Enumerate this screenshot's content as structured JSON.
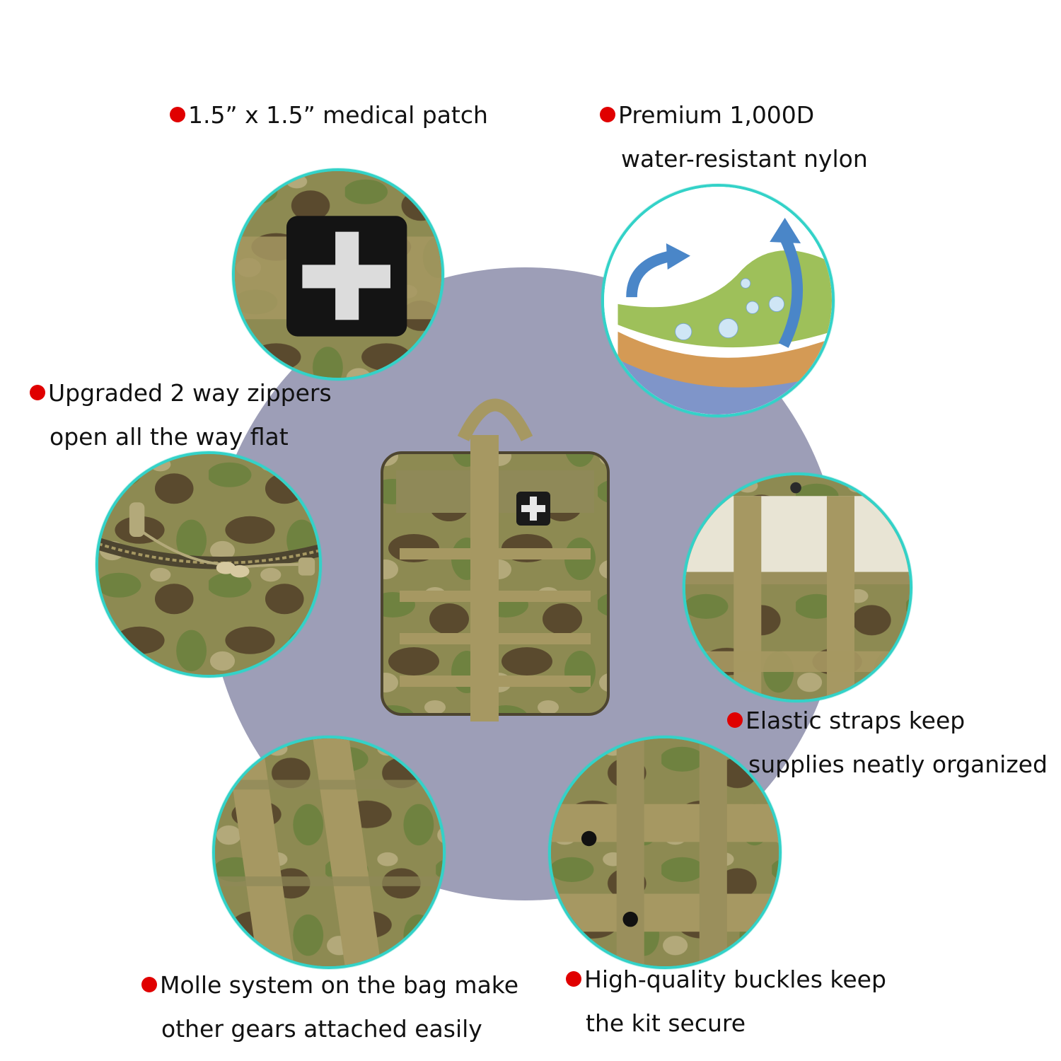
{
  "features": {
    "patch": {
      "line1": "1.5”  x 1.5”  medical patch"
    },
    "nylon": {
      "line1": "Premium 1,000D",
      "line2": "water-resistant nylon"
    },
    "zippers": {
      "line1": "Upgraded 2 way zippers",
      "line2": "open all the way flat"
    },
    "straps": {
      "line1": "Elastic straps keep",
      "line2": "supplies neatly organized"
    },
    "molle": {
      "line1": "Molle system on the bag make",
      "line2": "other gears attached easily"
    },
    "buckles": {
      "line1": "High-quality buckles keep",
      "line2": "the kit secure"
    }
  },
  "colors": {
    "bullet": "#e00000",
    "bubble_border": "#33d2c8",
    "hub": "#9d9eb7",
    "camo_base": "#8d8a52",
    "camo_dark": "#5a4a2e",
    "camo_green": "#6f8240",
    "strap": "#a69862"
  },
  "icons": {
    "patch": "medical-cross-patch-icon",
    "bullet": "red-dot-icon"
  }
}
